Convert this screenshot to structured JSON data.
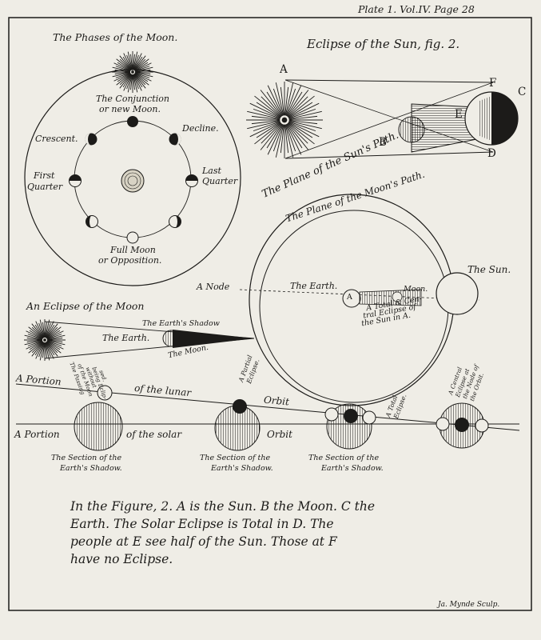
{
  "header": {
    "plate_ref": "Plate 1. Vol.IV. Page 28",
    "engraver": "Ja. Mynde Sculp."
  },
  "phases": {
    "title": "The Phases of the Moon.",
    "conjunction": [
      "The Conjunction",
      "or new Moon."
    ],
    "crescent": "Crescent.",
    "decline": "Decline.",
    "first_quarter": [
      "First",
      "Quarter"
    ],
    "last_quarter": [
      "Last",
      "Quarter"
    ],
    "full_moon": [
      "Full Moon",
      "or Opposition."
    ]
  },
  "solar_eclipse": {
    "title": "Eclipse of the Sun, fig. 2.",
    "letters": {
      "a": "A",
      "b": "B",
      "c": "C",
      "d": "D",
      "e": "E",
      "f": "F"
    }
  },
  "paths": {
    "sun_path": "The Plane of the Sun's Path.",
    "moon_path": "The Plane of the Moon's Path.",
    "the_sun": "The Sun.",
    "node": "A Node",
    "the_earth": "The Earth.",
    "moon": "Moon.",
    "a_letter": "A",
    "total_note": [
      "A Total & Cen-",
      "tral Eclipse of",
      "the Sun in A."
    ]
  },
  "lunar_eclipse": {
    "title": "An Eclipse of the Moon",
    "earth_shadow": "The Earth's Shadow",
    "the_earth": "The Earth.",
    "the_moon": "The Moon."
  },
  "orbits": {
    "lunar": {
      "portion": "A Portion",
      "of_the": "of the lunar",
      "orbit": "Orbit"
    },
    "solar": {
      "portion": "A Portion",
      "of_the": "of the solar",
      "orbit": "Orbit"
    },
    "passing": [
      "The Passing",
      "of the Moon",
      "without",
      "being Eclip-",
      "sed."
    ],
    "partial": [
      "A Partial",
      "Eclipse."
    ],
    "total": [
      "A Total",
      "Eclipse."
    ],
    "central": [
      "A Central",
      "Eclipse at",
      "the Node of",
      "the Orbit."
    ],
    "section": [
      "The Section of the",
      "Earth's Shadow."
    ]
  },
  "caption": [
    "In the Figure, 2. A is the Sun. B the Moon. C the",
    "Earth. The Solar Eclipse is Total in D. The",
    "people at E see half of the Sun. Those at F",
    "have no Eclipse."
  ],
  "colors": {
    "paper": "#efede6",
    "ink": "#1c1b19"
  }
}
